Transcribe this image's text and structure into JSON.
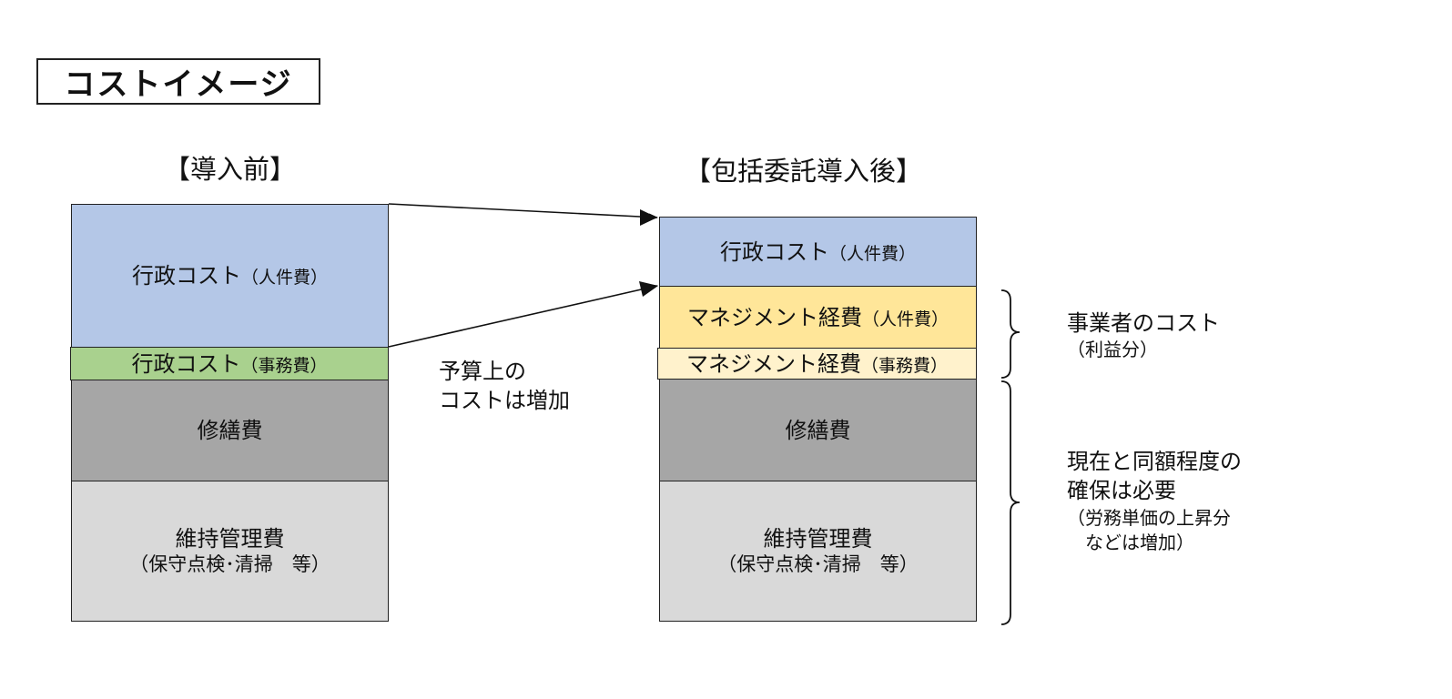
{
  "title": "コストイメージ",
  "colors": {
    "admin_personnel": "#b4c7e7",
    "admin_office": "#a9d18e",
    "mgmt_personnel": "#ffe699",
    "mgmt_office": "#fff2cc",
    "repair": "#a6a6a6",
    "maintenance": "#d9d9d9",
    "line": "#111111"
  },
  "before": {
    "heading": "【導入前】",
    "segments": [
      {
        "key": "admin_personnel",
        "label": "行政コスト",
        "paren": "（人件費）"
      },
      {
        "key": "admin_office",
        "label": "行政コスト",
        "paren": "（事務費）"
      },
      {
        "key": "repair",
        "label": "修繕費"
      },
      {
        "key": "maintenance",
        "label": "維持管理費",
        "sub": "（保守点検･清掃　等）"
      }
    ]
  },
  "after": {
    "heading": "【包括委託導入後】",
    "segments": [
      {
        "key": "admin_personnel",
        "label": "行政コスト",
        "paren": "（人件費）"
      },
      {
        "key": "mgmt_personnel",
        "label": "マネジメント経費",
        "paren": "（人件費）"
      },
      {
        "key": "mgmt_office",
        "label": "マネジメント経費",
        "paren": "（事務費）"
      },
      {
        "key": "repair",
        "label": "修繕費"
      },
      {
        "key": "maintenance",
        "label": "維持管理費",
        "sub": "（保守点検･清掃　等）"
      }
    ]
  },
  "arrow_note": {
    "line1": "予算上の",
    "line2": "コストは増加"
  },
  "brace_notes": {
    "operator": {
      "line1": "事業者のコスト",
      "line2": "（利益分）"
    },
    "existing": {
      "line1": "現在と同額程度の",
      "line2": "確保は必要",
      "line3": "（労務単価の上昇分",
      "line4": "　などは増加）"
    }
  }
}
